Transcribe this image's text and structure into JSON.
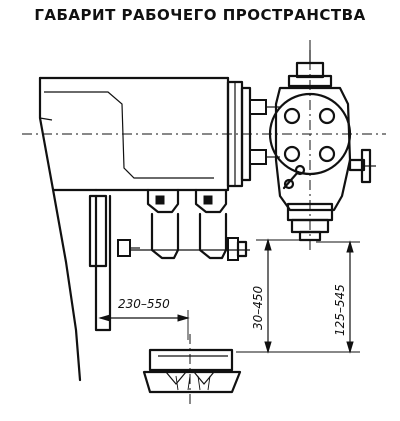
{
  "title": "ГАБАРИТ РАБОЧЕГО ПРОСТРАНСТВА",
  "dimensions": {
    "horizontal_range": "230–550",
    "vertical_range_spindle": "30–450",
    "vertical_range_table": "125–545"
  }
}
